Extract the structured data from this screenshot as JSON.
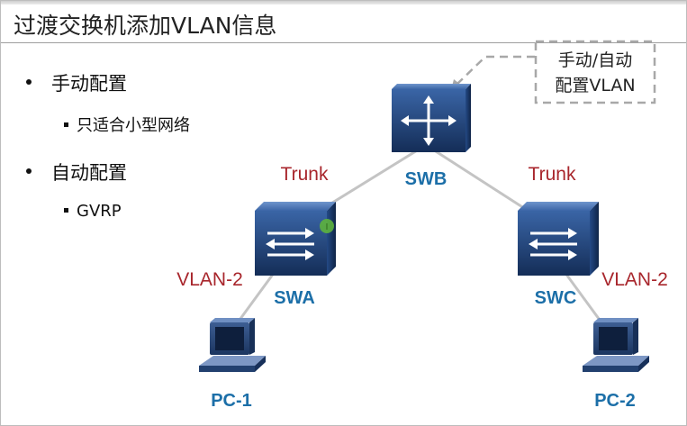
{
  "slide": {
    "title": "过渡交换机添加VLAN信息"
  },
  "bullets": [
    {
      "label": "手动配置",
      "sub": [
        "只适合小型网络"
      ]
    },
    {
      "label": "自动配置",
      "sub": [
        "GVRP"
      ]
    }
  ],
  "diagram": {
    "callout": {
      "line1": "手动/自动",
      "line2": "配置VLAN"
    },
    "devices": {
      "swb": "SWB",
      "swa": "SWA",
      "swc": "SWC",
      "pc1": "PC-1",
      "pc2": "PC-2"
    },
    "links": {
      "trunk_left": "Trunk",
      "trunk_right": "Trunk",
      "vlan_left": "VLAN-2",
      "vlan_right": "VLAN-2"
    },
    "colors": {
      "device_label": "#1c6fa8",
      "link_label": "#a8262c",
      "switch_face": "#1d3f74",
      "link_line": "#c4c4c4",
      "port_indicator": "#5db33d"
    }
  }
}
